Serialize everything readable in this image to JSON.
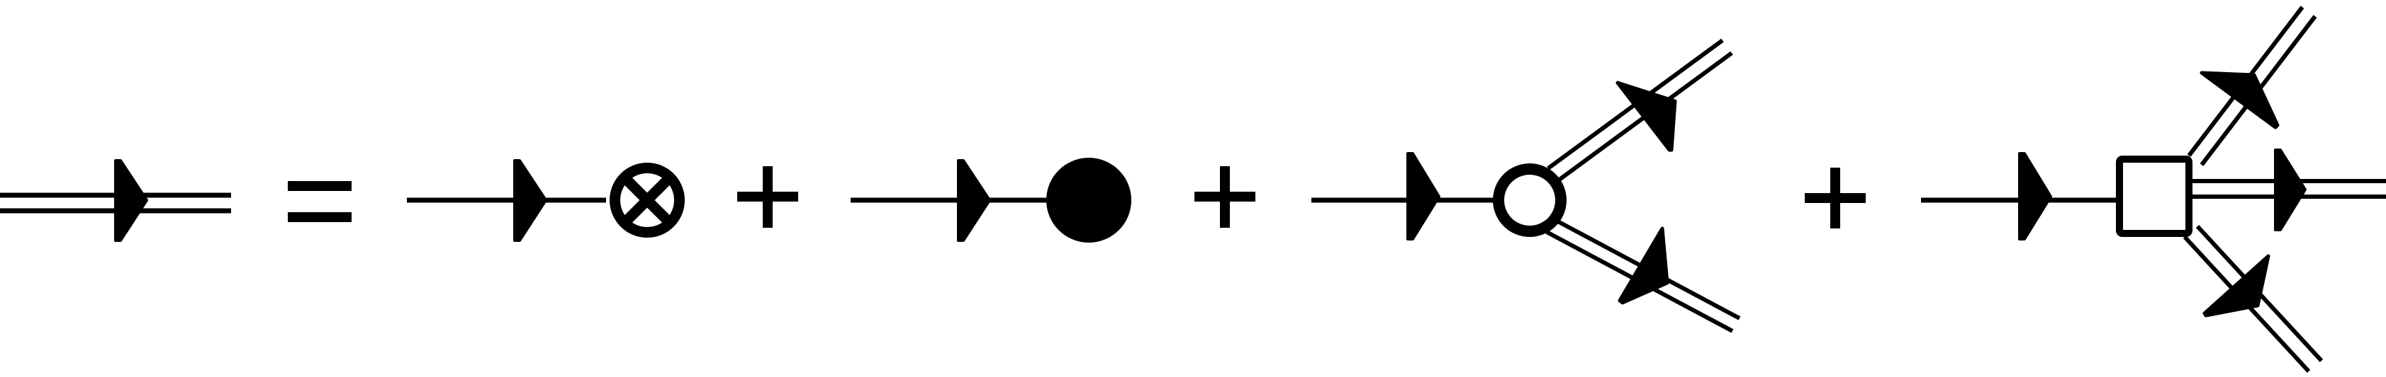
{
  "diagram": {
    "colors": {
      "ink": "#000000",
      "paper": "#ffffff"
    },
    "terms": [
      "dressed-propagator",
      "bare-propagator-with-cross-vertex",
      "bare-propagator-with-filled-blob",
      "bare-propagator-with-two-leg-vertex",
      "bare-propagator-with-three-leg-box-vertex"
    ],
    "operators": [
      "equals",
      "plus",
      "plus",
      "plus"
    ]
  }
}
